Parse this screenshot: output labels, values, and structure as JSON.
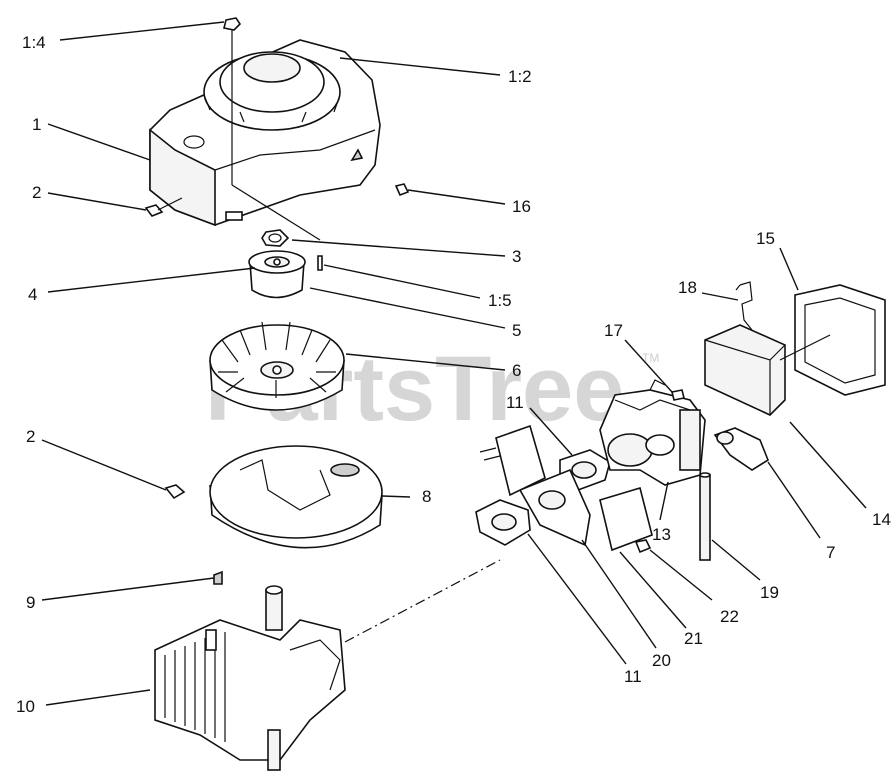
{
  "watermark": {
    "text": "PartsTree",
    "trademark": "TM"
  },
  "callouts": {
    "c1_4": "1:4",
    "c1_2": "1:2",
    "c1": "1",
    "c2a": "2",
    "c16": "16",
    "c3": "3",
    "c4": "4",
    "c1_5": "1:5",
    "c5": "5",
    "c6": "6",
    "c15": "15",
    "c18": "18",
    "c17": "17",
    "c11a": "11",
    "c2b": "2",
    "c8": "8",
    "c14": "14",
    "c7": "7",
    "c13": "13",
    "c9": "9",
    "c19": "19",
    "c22": "22",
    "c21": "21",
    "c20": "20",
    "c11b": "11",
    "c10": "10"
  }
}
